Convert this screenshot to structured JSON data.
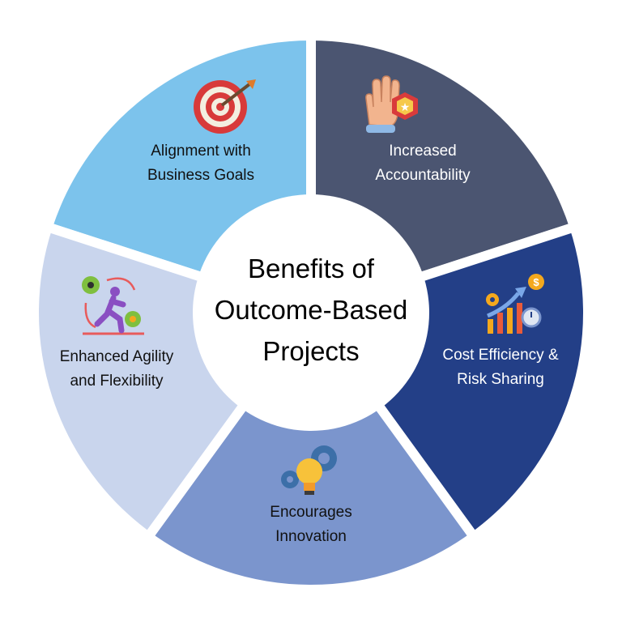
{
  "title": {
    "line1": "Benefits of",
    "line2": "Outcome-Based",
    "line3": "Projects"
  },
  "segments": [
    {
      "line1": "Alignment with",
      "line2": "Business Goals",
      "icon": "target-icon",
      "color": "#7cc3ec",
      "text_color": "#111111"
    },
    {
      "line1": "Increased",
      "line2": "Accountability",
      "icon": "raised-hand-icon",
      "color": "#4b5571",
      "text_color": "#ffffff"
    },
    {
      "line1": "Cost Efficiency &",
      "line2": "Risk Sharing",
      "icon": "growth-chart-icon",
      "color": "#233f87",
      "text_color": "#ffffff"
    },
    {
      "line1": "Encourages",
      "line2": "Innovation",
      "icon": "lightbulb-gears-icon",
      "color": "#7b95cd",
      "text_color": "#111111"
    },
    {
      "line1": "Enhanced Agility",
      "line2": "and Flexibility",
      "icon": "agile-runner-icon",
      "color": "#c9d5ed",
      "text_color": "#111111"
    }
  ]
}
